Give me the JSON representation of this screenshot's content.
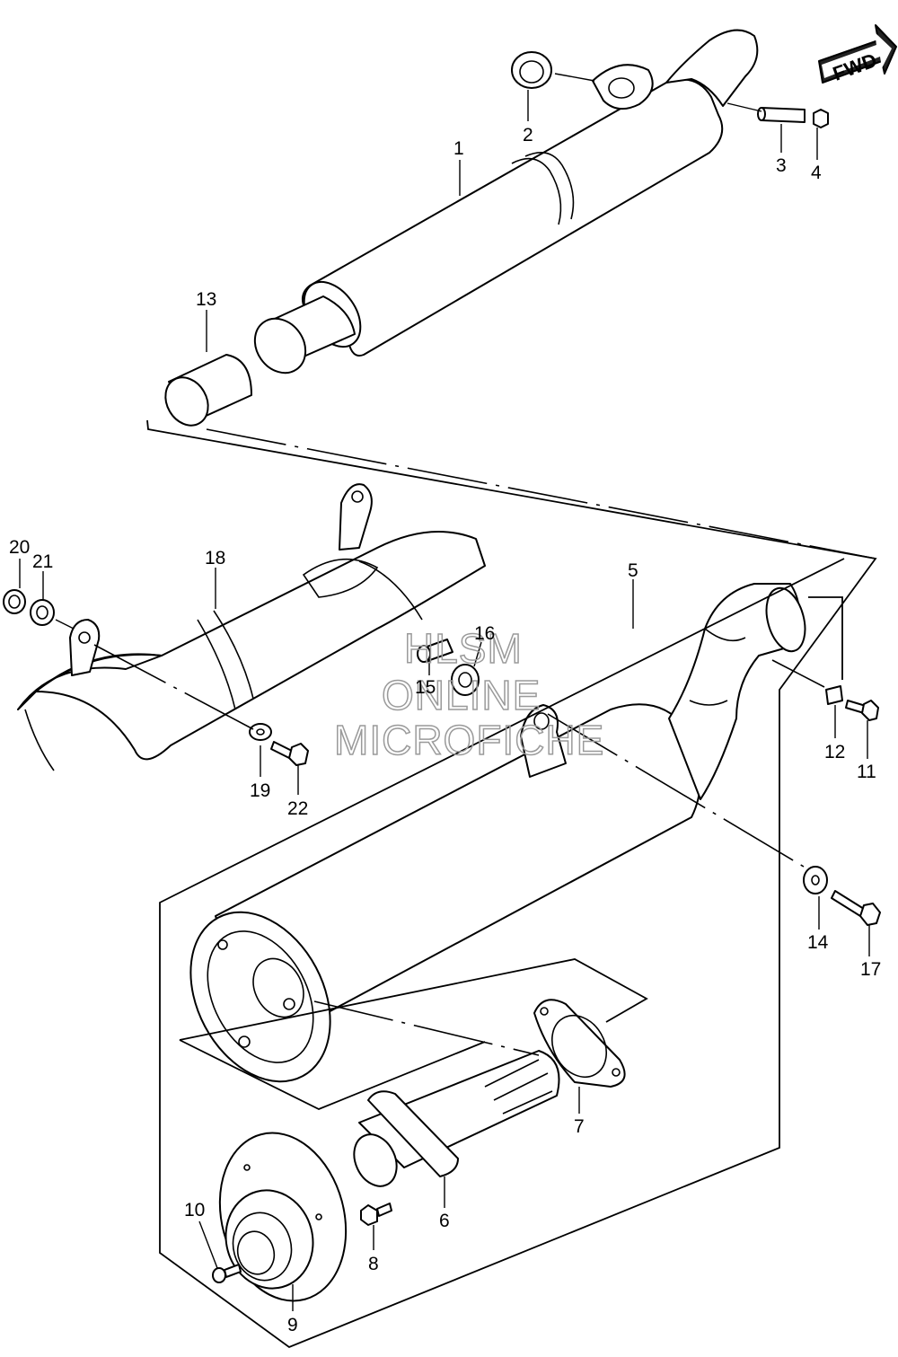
{
  "fwd_label": "FWD",
  "watermark": [
    "HLSM",
    "ONLINE",
    "MICROFICHE"
  ],
  "callouts": [
    {
      "id": "1",
      "label": "1"
    },
    {
      "id": "2",
      "label": "2"
    },
    {
      "id": "3",
      "label": "3"
    },
    {
      "id": "4",
      "label": "4"
    },
    {
      "id": "5",
      "label": "5"
    },
    {
      "id": "6",
      "label": "6"
    },
    {
      "id": "7",
      "label": "7"
    },
    {
      "id": "8",
      "label": "8"
    },
    {
      "id": "9",
      "label": "9"
    },
    {
      "id": "10",
      "label": "10"
    },
    {
      "id": "11",
      "label": "11"
    },
    {
      "id": "12",
      "label": "12"
    },
    {
      "id": "13",
      "label": "13"
    },
    {
      "id": "14",
      "label": "14"
    },
    {
      "id": "15",
      "label": "15"
    },
    {
      "id": "16",
      "label": "16"
    },
    {
      "id": "17",
      "label": "17"
    },
    {
      "id": "18",
      "label": "18"
    },
    {
      "id": "19",
      "label": "19"
    },
    {
      "id": "20",
      "label": "20"
    },
    {
      "id": "21",
      "label": "21"
    },
    {
      "id": "22",
      "label": "22"
    }
  ]
}
